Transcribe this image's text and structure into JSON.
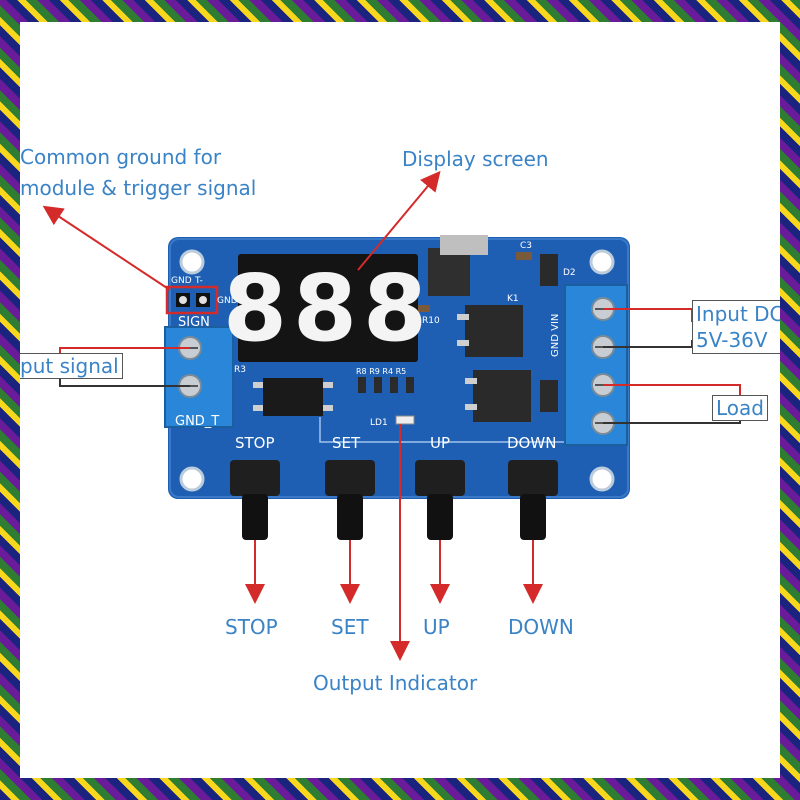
{
  "labels": {
    "common_ground_line1": "Common ground for",
    "common_ground_line2": "module & trigger signal",
    "display_screen": "Display screen",
    "input_dc_line1": "Input DC",
    "input_dc_line2": "5V-36V",
    "input_signal": "put signal",
    "load": "Load",
    "stop": "STOP",
    "set": "SET",
    "up": "UP",
    "down": "DOWN",
    "output_indicator": "Output Indicator"
  },
  "board": {
    "display_digits": "888",
    "silk_gnd": "GND",
    "silk_t": "T-",
    "silk_gnd2": "GND",
    "silk_sign": "SIGN",
    "silk_gnd_t": "GND_T",
    "silk_gnd_vin": "GND VIN",
    "silk_stop": "STOP",
    "silk_set": "SET",
    "silk_up": "UP",
    "silk_down": "DOWN",
    "silk_r3": "R3",
    "silk_r10": "R10",
    "silk_k1": "K1",
    "silk_c3": "C3",
    "silk_d2": "D2",
    "silk_ld1": "LD1",
    "silk_r_group": "R8 R9 R4 R5"
  },
  "colors": {
    "pcb": "#1e5fb3",
    "terminal": "#2a86d8",
    "display_segment": "#f4f4f4",
    "arrow": "#d42a2a",
    "label": "#3a83c6"
  }
}
